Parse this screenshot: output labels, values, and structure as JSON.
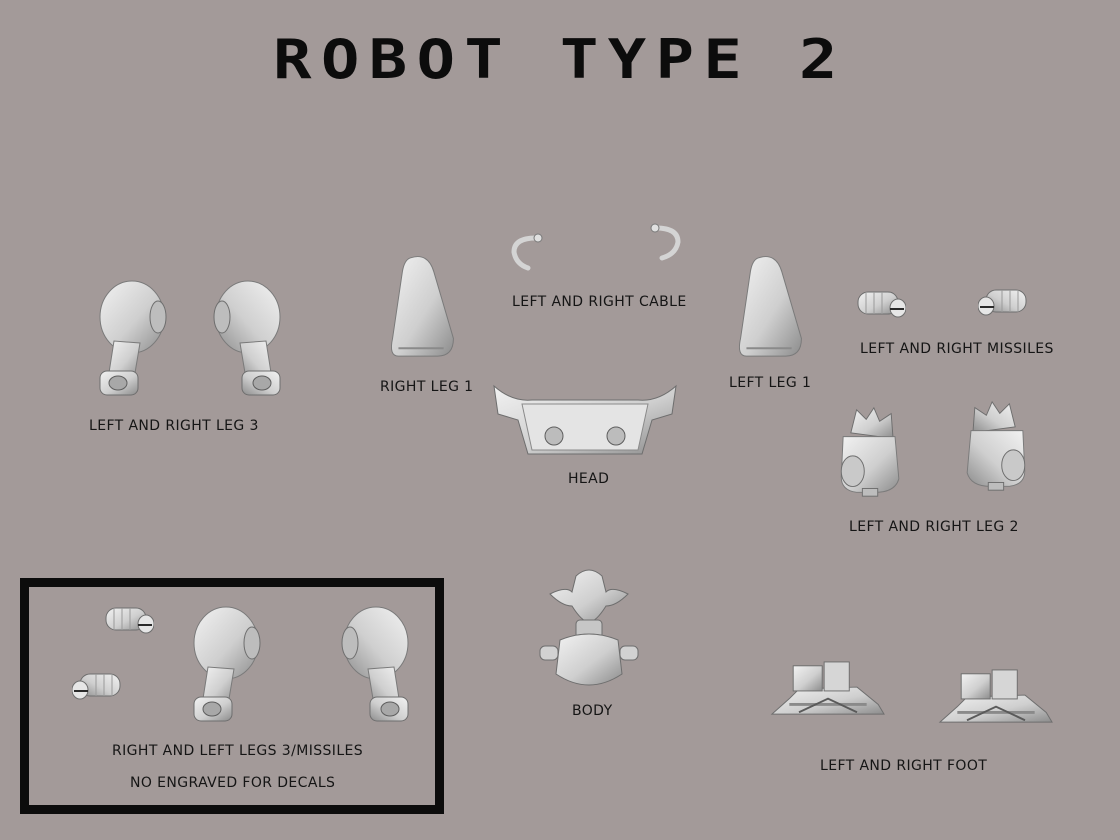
{
  "title": "ROBOT TYPE 2",
  "parts": {
    "leg3_pair": "LEFT AND RIGHT LEG 3",
    "right_leg1": "RIGHT LEG 1",
    "cable": "LEFT AND RIGHT CABLE",
    "head": "HEAD",
    "left_leg1": "LEFT LEG 1",
    "missiles": "LEFT AND RIGHT MISSILES",
    "leg2_pair": "LEFT AND RIGHT LEG  2",
    "body": "BODY",
    "foot": "LEFT AND RIGHT FOOT"
  },
  "variant_box": {
    "line1": "RIGHT AND LEFT LEGS 3/MISSILES",
    "line2": "NO ENGRAVED FOR DECALS"
  },
  "colors": {
    "background": "#a39a99",
    "part": "#d9d9d9",
    "part_shadow": "#8f8f8f",
    "ink": "#0c0c0c"
  }
}
